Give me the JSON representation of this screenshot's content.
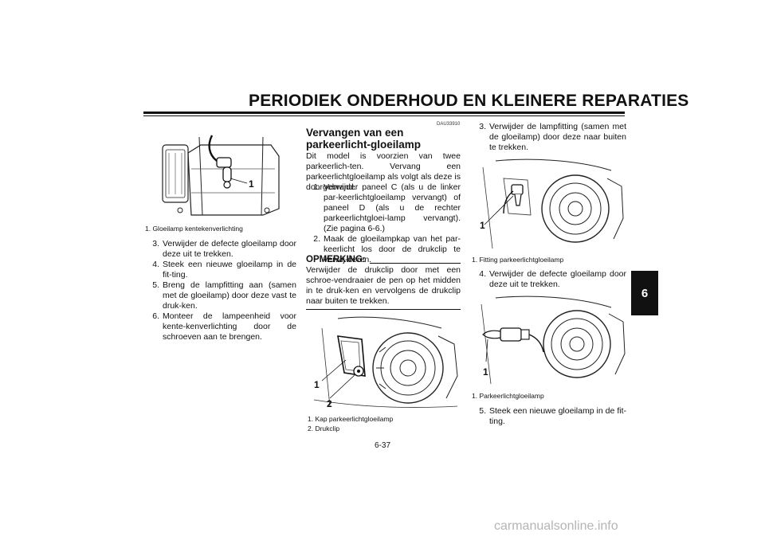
{
  "header": {
    "title": "PERIODIEK ONDERHOUD EN KLEINERE REPARATIES"
  },
  "chapter_tab": "6",
  "page_number": "6-37",
  "left": {
    "figure_callout": "1",
    "caption": "1.  Gloeilamp kentekenverlichting",
    "steps": [
      {
        "num": "3.",
        "text": "Verwijder de defecte gloeilamp door deze uit te trekken."
      },
      {
        "num": "4.",
        "text": "Steek een nieuwe gloeilamp in de fit-ting."
      },
      {
        "num": "5.",
        "text": "Breng de lampfitting aan (samen met de gloeilamp) door deze vast te druk-ken."
      },
      {
        "num": "6.",
        "text": "Monteer de lampeenheid voor kente-kenverlichting door de schroeven aan te brengen."
      }
    ]
  },
  "middle": {
    "code": "DAU33910",
    "heading": "Vervangen van een parkeerlicht-gloeilamp",
    "intro": "Dit model is voorzien van twee parkeerlich-ten. Vervang een parkeerlichtgloeilamp als volgt als deze is doorgebrand.",
    "steps": [
      {
        "num": "1.",
        "text": "Verwijder paneel C (als u de linker par-keerlichtgloeilamp vervangt) of paneel D (als u de rechter parkeerlichtgloei-lamp vervangt). (Zie pagina 6-6.)"
      },
      {
        "num": "2.",
        "text": "Maak de gloeilampkap van het par-keerlicht los door de drukclip te verwij-deren."
      }
    ],
    "note_heading": "OPMERKING:",
    "note_text": "Verwijder de drukclip door met een schroe-vendraaier de pen op het midden in te druk-ken en vervolgens de drukclip naar buiten te trekken.",
    "figure_callouts": [
      "1",
      "2"
    ],
    "captions": [
      "1.  Kap parkeerlichtgloeilamp",
      "2.  Drukclip"
    ]
  },
  "right": {
    "steps_top": [
      {
        "num": "3.",
        "text": "Verwijder de lampfitting (samen met de gloeilamp) door deze naar buiten te trekken."
      }
    ],
    "figure1_callout": "1",
    "caption1": "1.  Fitting parkeerlichtgloeilamp",
    "steps_mid": [
      {
        "num": "4.",
        "text": "Verwijder de defecte gloeilamp door deze uit te trekken."
      }
    ],
    "figure2_callout": "1",
    "caption2": "1.  Parkeerlichtgloeilamp",
    "steps_bottom": [
      {
        "num": "5.",
        "text": "Steek een nieuwe gloeilamp in de fit-ting."
      }
    ]
  },
  "watermark": "carmanualsonline.info"
}
